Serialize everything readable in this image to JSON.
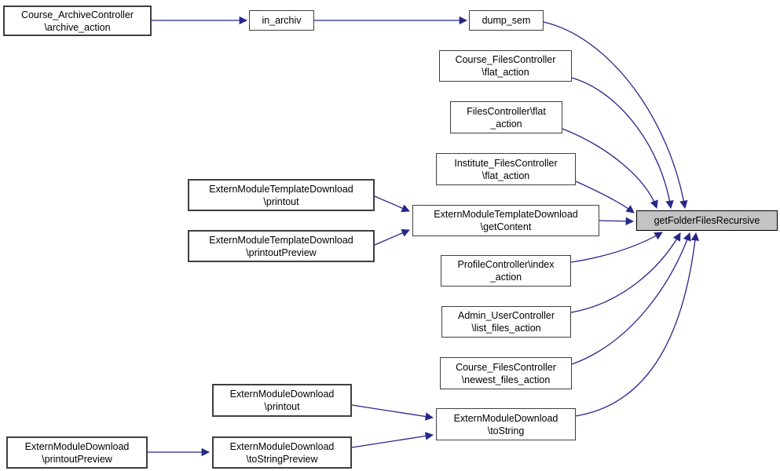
{
  "diagram": {
    "type": "call-graph",
    "colors": {
      "edge": "#26268b",
      "node_fill": "#ffffff",
      "node_border": "#3f3f3f",
      "main_node_fill": "#c3c3c3",
      "text": "#000000"
    },
    "main_node": "getFolderFilesRecursive",
    "nodes": [
      {
        "id": "course_archive_controller_archive_action",
        "label": "Course_ArchiveController\n\\archive_action"
      },
      {
        "id": "in_archiv",
        "label": "in_archiv"
      },
      {
        "id": "dump_sem",
        "label": "dump_sem"
      },
      {
        "id": "course_files_controller_flat_action",
        "label": "Course_FilesController\n\\flat_action"
      },
      {
        "id": "files_controller_flat_action",
        "label": "FilesController\\flat\n_action"
      },
      {
        "id": "institute_files_controller_flat_action",
        "label": "Institute_FilesController\n\\flat_action"
      },
      {
        "id": "extern_module_template_download_printout",
        "label": "ExternModuleTemplateDownload\n\\printout"
      },
      {
        "id": "extern_module_template_download_printout_preview",
        "label": "ExternModuleTemplateDownload\n\\printoutPreview"
      },
      {
        "id": "extern_module_template_download_get_content",
        "label": "ExternModuleTemplateDownload\n\\getContent"
      },
      {
        "id": "get_folder_files_recursive",
        "label": "getFolderFilesRecursive"
      },
      {
        "id": "profile_controller_index_action",
        "label": "ProfileController\\index\n_action"
      },
      {
        "id": "admin_user_controller_list_files_action",
        "label": "Admin_UserController\n\\list_files_action"
      },
      {
        "id": "course_files_controller_newest_files_action",
        "label": "Course_FilesController\n\\newest_files_action"
      },
      {
        "id": "extern_module_download_to_string",
        "label": "ExternModuleDownload\n\\toString"
      },
      {
        "id": "extern_module_download_printout",
        "label": "ExternModuleDownload\n\\printout"
      },
      {
        "id": "extern_module_download_to_string_preview",
        "label": "ExternModuleDownload\n\\toStringPreview"
      },
      {
        "id": "extern_module_download_printout_preview",
        "label": "ExternModuleDownload\n\\printoutPreview"
      }
    ],
    "edges": [
      {
        "from": "course_archive_controller_archive_action",
        "to": "in_archiv"
      },
      {
        "from": "in_archiv",
        "to": "dump_sem"
      },
      {
        "from": "dump_sem",
        "to": "get_folder_files_recursive"
      },
      {
        "from": "course_files_controller_flat_action",
        "to": "get_folder_files_recursive"
      },
      {
        "from": "files_controller_flat_action",
        "to": "get_folder_files_recursive"
      },
      {
        "from": "institute_files_controller_flat_action",
        "to": "get_folder_files_recursive"
      },
      {
        "from": "extern_module_template_download_printout",
        "to": "extern_module_template_download_get_content"
      },
      {
        "from": "extern_module_template_download_printout_preview",
        "to": "extern_module_template_download_get_content"
      },
      {
        "from": "extern_module_template_download_get_content",
        "to": "get_folder_files_recursive"
      },
      {
        "from": "profile_controller_index_action",
        "to": "get_folder_files_recursive"
      },
      {
        "from": "admin_user_controller_list_files_action",
        "to": "get_folder_files_recursive"
      },
      {
        "from": "course_files_controller_newest_files_action",
        "to": "get_folder_files_recursive"
      },
      {
        "from": "extern_module_download_to_string",
        "to": "get_folder_files_recursive"
      },
      {
        "from": "extern_module_download_printout",
        "to": "extern_module_download_to_string"
      },
      {
        "from": "extern_module_download_to_string_preview",
        "to": "extern_module_download_to_string"
      },
      {
        "from": "extern_module_download_printout_preview",
        "to": "extern_module_download_to_string_preview"
      }
    ]
  }
}
